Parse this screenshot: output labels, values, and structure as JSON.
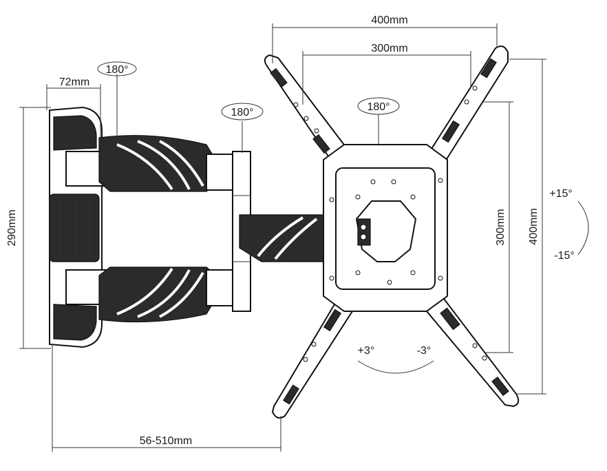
{
  "labels": {
    "width_400": "400mm",
    "width_300": "300mm",
    "height_300": "300mm",
    "height_400": "400mm",
    "arm_depth": "72mm",
    "wall_height": "290mm",
    "extension": "56-510mm",
    "swivel_wall": "180°",
    "swivel_arm": "180°",
    "rotate_plate": "180°",
    "tilt_up": "+15°",
    "tilt_down": "-15°",
    "level_plus": "+3°",
    "level_minus": "-3°"
  },
  "colors": {
    "line": "#111111",
    "fill_dark": "#2b2b2b",
    "background": "#ffffff"
  }
}
